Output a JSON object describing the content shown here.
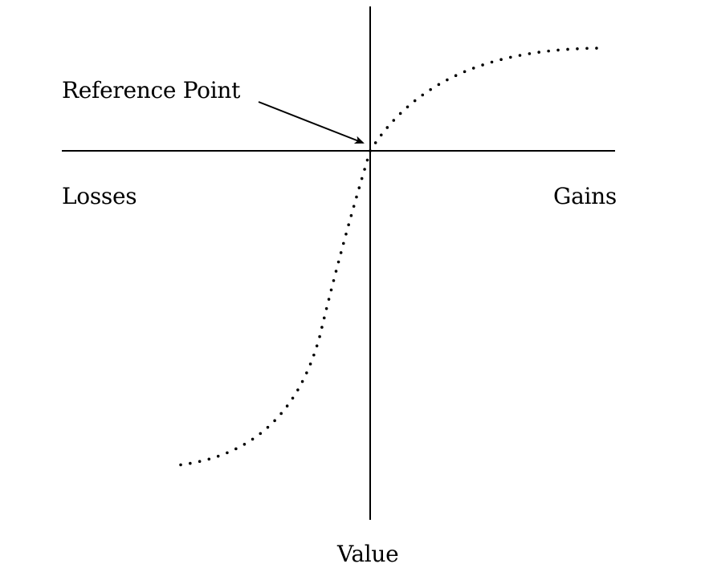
{
  "labels": {
    "reference_point": "Reference Point",
    "losses": "Losses",
    "gains": "Gains",
    "value": "Value"
  },
  "colors": {
    "ink": "#000000",
    "background": "#ffffff"
  }
}
